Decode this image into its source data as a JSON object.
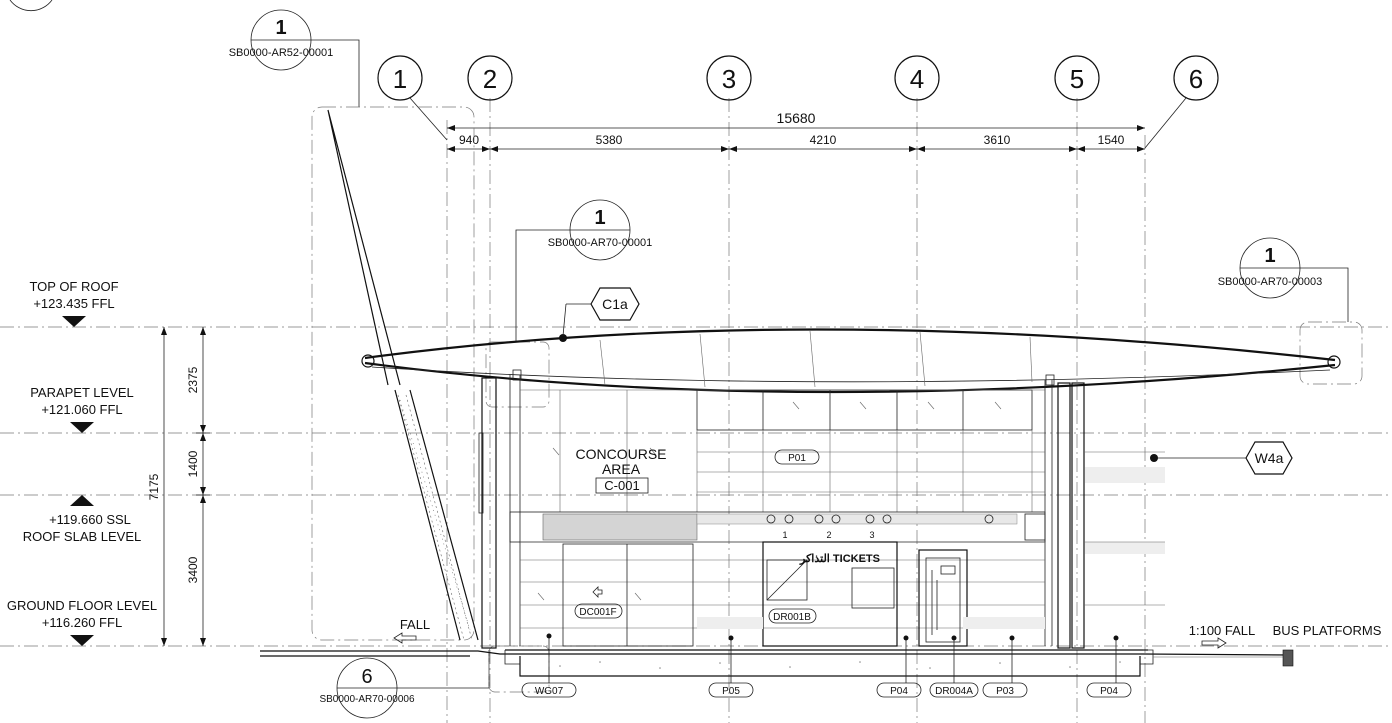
{
  "grids": [
    "1",
    "2",
    "3",
    "4",
    "5",
    "6"
  ],
  "dimensions": {
    "overall": "15680",
    "bays": [
      "940",
      "5380",
      "4210",
      "3610",
      "1540"
    ],
    "vertical_total": "7175",
    "vertical": [
      "2375",
      "1400",
      "3400"
    ]
  },
  "levels": {
    "top_of_roof": {
      "line1": "TOP OF ROOF",
      "line2": "+123.435 FFL"
    },
    "parapet": {
      "line1": "PARAPET LEVEL",
      "line2": "+121.060 FFL"
    },
    "roof_slab": {
      "line1": "+119.660 SSL",
      "line2": "ROOF SLAB LEVEL"
    },
    "ground": {
      "line1": "GROUND FLOOR LEVEL",
      "line2": "+116.260 FFL"
    }
  },
  "callouts": {
    "detail_a": {
      "num": "1",
      "ref": "SB0000-AR52-00001"
    },
    "detail_b": {
      "num": "1",
      "ref": "SB0000-AR70-00001"
    },
    "detail_c": {
      "num": "1",
      "ref": "SB0000-AR70-00003"
    },
    "detail_d": {
      "num": "6",
      "ref": "SB0000-AR70-00006"
    }
  },
  "hex_tags": {
    "c1a": "C1a",
    "w4a": "W4a"
  },
  "room": {
    "name_line1": "CONCOURSE",
    "name_line2": "AREA",
    "code": "C-001"
  },
  "tags": {
    "p01": "P01",
    "dc001f": "DC001F",
    "dr001b": "DR001B",
    "wg07": "WG07",
    "p05": "P05",
    "p04a": "P04",
    "dr004a": "DR004A",
    "p03": "P03",
    "p04b": "P04"
  },
  "ticket": {
    "label": "التذاكر TICKETS",
    "windows": [
      "1",
      "2",
      "3"
    ]
  },
  "notes": {
    "fall_left": "FALL",
    "fall_right": "1:100 FALL",
    "bus": "BUS PLATFORMS"
  }
}
